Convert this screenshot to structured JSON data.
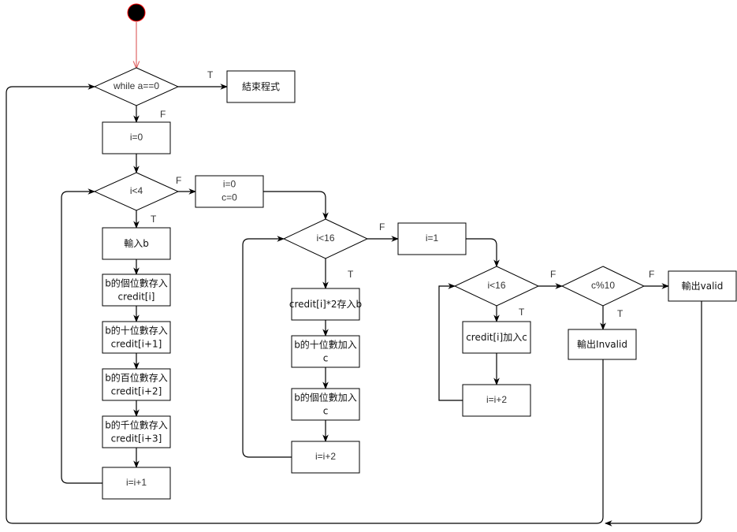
{
  "diagram": {
    "type": "flowchart",
    "nodes": [
      {
        "id": "start",
        "kind": "start"
      },
      {
        "id": "while",
        "kind": "decision",
        "label": "while a==0"
      },
      {
        "id": "end_prog",
        "kind": "process",
        "label": "結束程式"
      },
      {
        "id": "i0",
        "kind": "process",
        "label": "i=0"
      },
      {
        "id": "ilt4",
        "kind": "decision",
        "label": "i<4"
      },
      {
        "id": "ic0",
        "kind": "process",
        "label": "i=0\nc=0"
      },
      {
        "id": "inputb",
        "kind": "process",
        "label": "輸入b"
      },
      {
        "id": "ones",
        "kind": "process",
        "label": "b的個位數存入\ncredit[i]"
      },
      {
        "id": "tens",
        "kind": "process",
        "label": "b的十位數存入\ncredit[i+1]"
      },
      {
        "id": "hundreds",
        "kind": "process",
        "label": "b的百位數存入\ncredit[i+2]"
      },
      {
        "id": "thousands",
        "kind": "process",
        "label": "b的千位數存入\ncredit[i+3]"
      },
      {
        "id": "inc1",
        "kind": "process",
        "label": "i=i+1"
      },
      {
        "id": "ilt16a",
        "kind": "decision",
        "label": "i<16"
      },
      {
        "id": "dbl",
        "kind": "process",
        "label": "credit[i]*2存入b"
      },
      {
        "id": "addtens",
        "kind": "process",
        "label": "b的十位數加入\nc"
      },
      {
        "id": "addones",
        "kind": "process",
        "label": "b的個位數加入\nc"
      },
      {
        "id": "inc2a",
        "kind": "process",
        "label": "i=i+2"
      },
      {
        "id": "i1",
        "kind": "process",
        "label": "i=1"
      },
      {
        "id": "ilt16b",
        "kind": "decision",
        "label": "i<16"
      },
      {
        "id": "addc",
        "kind": "process",
        "label": "credit[i]加入c"
      },
      {
        "id": "inc2b",
        "kind": "process",
        "label": "i=i+2"
      },
      {
        "id": "mod10",
        "kind": "decision",
        "label": "c%10"
      },
      {
        "id": "invalid",
        "kind": "process",
        "label": "輸出Invalid"
      },
      {
        "id": "valid",
        "kind": "process",
        "label": "輸出valid"
      }
    ],
    "edges": [
      {
        "from": "start",
        "to": "while",
        "label": ""
      },
      {
        "from": "while",
        "to": "end_prog",
        "label": "T"
      },
      {
        "from": "while",
        "to": "i0",
        "label": "F"
      },
      {
        "from": "i0",
        "to": "ilt4",
        "label": ""
      },
      {
        "from": "ilt4",
        "to": "ic0",
        "label": "F"
      },
      {
        "from": "ilt4",
        "to": "inputb",
        "label": "T"
      },
      {
        "from": "inputb",
        "to": "ones",
        "label": ""
      },
      {
        "from": "ones",
        "to": "tens",
        "label": ""
      },
      {
        "from": "tens",
        "to": "hundreds",
        "label": ""
      },
      {
        "from": "hundreds",
        "to": "thousands",
        "label": ""
      },
      {
        "from": "thousands",
        "to": "inc1",
        "label": ""
      },
      {
        "from": "inc1",
        "to": "ilt4",
        "label": ""
      },
      {
        "from": "ic0",
        "to": "ilt16a",
        "label": ""
      },
      {
        "from": "ilt16a",
        "to": "i1",
        "label": "F"
      },
      {
        "from": "ilt16a",
        "to": "dbl",
        "label": "T"
      },
      {
        "from": "dbl",
        "to": "addtens",
        "label": ""
      },
      {
        "from": "addtens",
        "to": "addones",
        "label": ""
      },
      {
        "from": "addones",
        "to": "inc2a",
        "label": ""
      },
      {
        "from": "inc2a",
        "to": "ilt16a",
        "label": ""
      },
      {
        "from": "i1",
        "to": "ilt16b",
        "label": ""
      },
      {
        "from": "ilt16b",
        "to": "mod10",
        "label": "F"
      },
      {
        "from": "ilt16b",
        "to": "addc",
        "label": "T"
      },
      {
        "from": "addc",
        "to": "inc2b",
        "label": ""
      },
      {
        "from": "inc2b",
        "to": "ilt16b",
        "label": ""
      },
      {
        "from": "mod10",
        "to": "valid",
        "label": "F"
      },
      {
        "from": "mod10",
        "to": "invalid",
        "label": "T"
      },
      {
        "from": "invalid",
        "to": "while",
        "label": ""
      },
      {
        "from": "valid",
        "to": "while",
        "label": ""
      }
    ]
  },
  "colors": {
    "stroke": "#000000",
    "start_edge": "#e06666",
    "start_outline": "#ff0000"
  }
}
